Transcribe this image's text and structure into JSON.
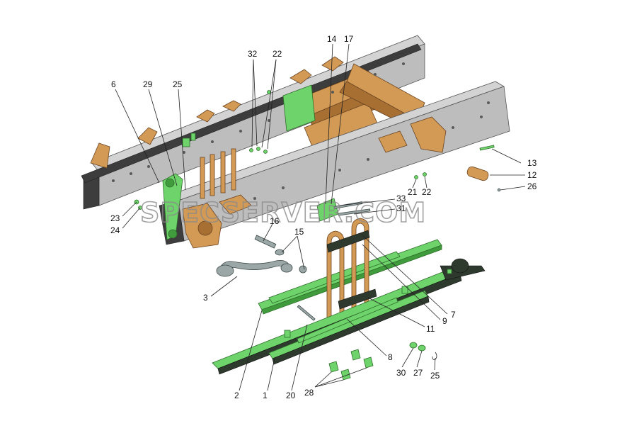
{
  "watermark": "SPECSERVER.COM",
  "callouts": [
    {
      "id": "c32",
      "label": "32"
    },
    {
      "id": "c22a",
      "label": "22"
    },
    {
      "id": "c14",
      "label": "14"
    },
    {
      "id": "c17",
      "label": "17"
    },
    {
      "id": "c6",
      "label": "6"
    },
    {
      "id": "c29",
      "label": "29"
    },
    {
      "id": "c25a",
      "label": "25"
    },
    {
      "id": "c13",
      "label": "13"
    },
    {
      "id": "c12",
      "label": "12"
    },
    {
      "id": "c21",
      "label": "21"
    },
    {
      "id": "c22b",
      "label": "22"
    },
    {
      "id": "c26",
      "label": "26"
    },
    {
      "id": "c33",
      "label": "33"
    },
    {
      "id": "c31",
      "label": "31"
    },
    {
      "id": "c23",
      "label": "23"
    },
    {
      "id": "c24",
      "label": "24"
    },
    {
      "id": "c16",
      "label": "16"
    },
    {
      "id": "c15",
      "label": "15"
    },
    {
      "id": "c3",
      "label": "3"
    },
    {
      "id": "c7",
      "label": "7"
    },
    {
      "id": "c9",
      "label": "9"
    },
    {
      "id": "c11",
      "label": "11"
    },
    {
      "id": "c8",
      "label": "8"
    },
    {
      "id": "c2",
      "label": "2"
    },
    {
      "id": "c1",
      "label": "1"
    },
    {
      "id": "c20",
      "label": "20"
    },
    {
      "id": "c28",
      "label": "28"
    },
    {
      "id": "c30",
      "label": "30"
    },
    {
      "id": "c27",
      "label": "27"
    },
    {
      "id": "c25b",
      "label": "25"
    }
  ],
  "colors": {
    "frame": "#d3d3d3",
    "bracket": "#d39a55",
    "spring_leaf": "#6ed36a",
    "spring_base": "#2f3a2f"
  }
}
